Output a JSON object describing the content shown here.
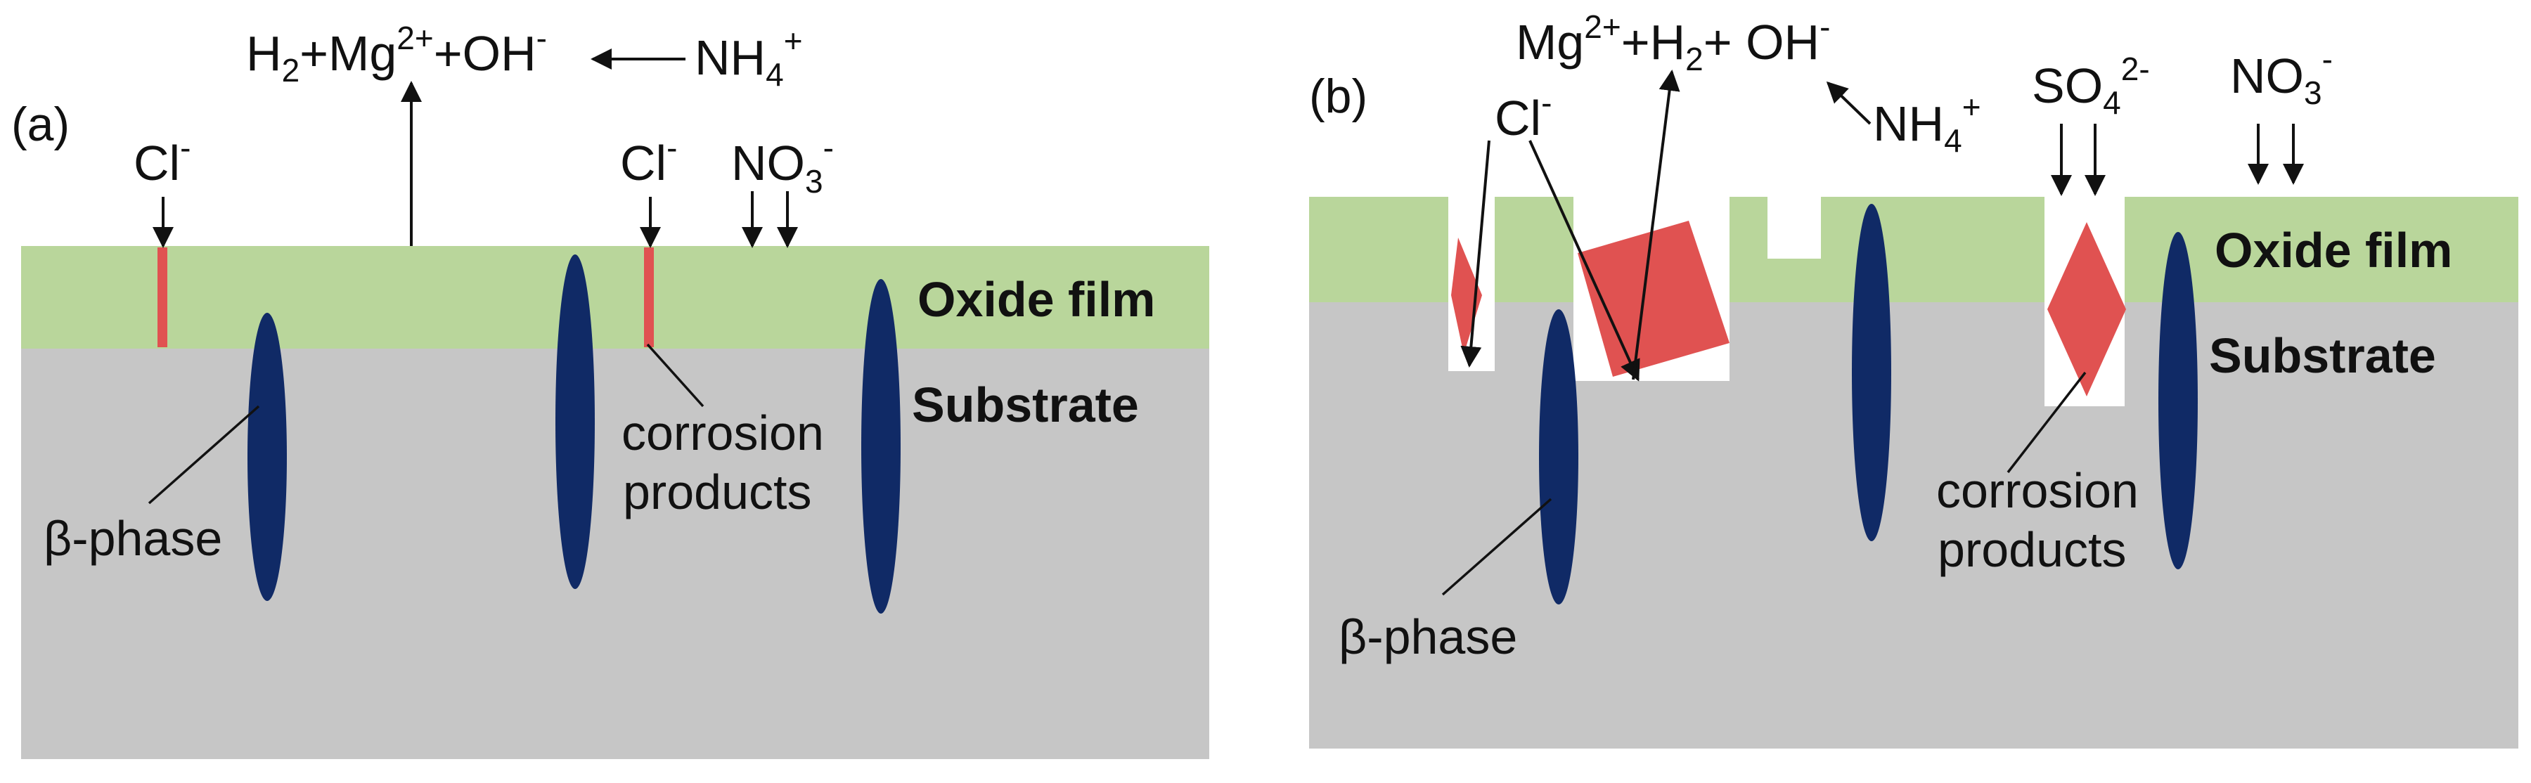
{
  "colors": {
    "oxide": "#b9d69b",
    "substrate": "#c6c6c6",
    "beta_phase": "#102a66",
    "corrosion": "#e05251",
    "arrow": "#111111"
  },
  "panel_a": {
    "label": "(a)",
    "oxide_label": "Oxide film",
    "substrate_label": "Substrate",
    "beta_label": "β-phase",
    "corrosion_label_1": "corrosion",
    "corrosion_label_2": "products",
    "cl_left": {
      "base": "Cl",
      "sup": "-"
    },
    "cl_right": {
      "base": "Cl",
      "sup": "-"
    },
    "no3": {
      "base": "NO",
      "sub": "3",
      "sup": "-"
    },
    "eq": {
      "h2_base": "H",
      "h2_sub": "2",
      "plus1": "+",
      "mg_base": "Mg",
      "mg_sup": "2+",
      "plus2": "+",
      "oh_base": "OH",
      "oh_sup": "-"
    },
    "nh4": {
      "base": "NH",
      "sub": "4",
      "sup": "+"
    }
  },
  "panel_b": {
    "label": "(b)",
    "oxide_label": "Oxide film",
    "substrate_label": "Substrate",
    "beta_label": "β-phase",
    "corrosion_label_1": "corrosion",
    "corrosion_label_2": "products",
    "cl": {
      "base": "Cl",
      "sup": "-"
    },
    "eq": {
      "mg_base": "Mg",
      "mg_sup": "2+",
      "plus1": "+",
      "h2_base": "H",
      "h2_sub": "2",
      "plus2": "+ ",
      "oh_base": "OH",
      "oh_sup": "-"
    },
    "nh4": {
      "base": "NH",
      "sub": "4",
      "sup": "+"
    },
    "so4": {
      "base": "SO",
      "sub": "4",
      "sup": "2-"
    },
    "no3": {
      "base": "NO",
      "sub": "3",
      "sup": "-"
    }
  }
}
